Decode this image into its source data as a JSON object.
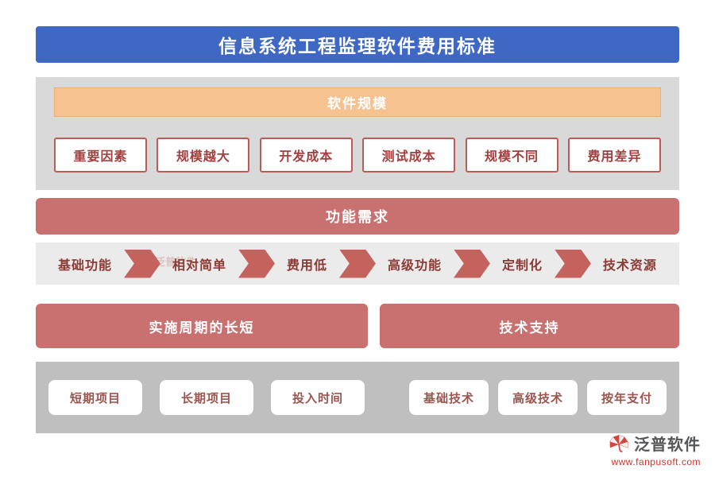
{
  "title": "信息系统工程监理软件费用标准",
  "scale": {
    "header": "软件规模",
    "boxes": [
      "重要因素",
      "规模越大",
      "开发成本",
      "测试成本",
      "规模不同",
      "费用差异"
    ]
  },
  "functions": {
    "header": "功能需求",
    "flow": [
      "基础功能",
      "相对简单",
      "费用低",
      "高级功能",
      "定制化",
      "技术资源"
    ]
  },
  "bars": {
    "implementation": "实施周期的长短",
    "support": "技术支持"
  },
  "bottom": {
    "left_boxes": [
      "短期项目",
      "长期项目",
      "投入时间"
    ],
    "right_boxes": [
      "基础技术",
      "高级技术",
      "按年支付"
    ]
  },
  "watermark": {
    "brand": "泛普软件"
  },
  "footer": {
    "brand": "泛普软件",
    "url": "www.fanpusoft.com"
  },
  "colors": {
    "banner_blue": "#3E68C4",
    "panel_gray": "#D9D9D9",
    "header_orange": "#F6C28F",
    "bar_red": "#C87170",
    "box_border_red": "#BD5B57",
    "box_text_red": "#A33F3E",
    "flow_text_red": "#8C3A33",
    "chevron_red": "#C4625E",
    "bottom_panel_gray": "#BFBFBF",
    "url_red": "#D0342C"
  }
}
